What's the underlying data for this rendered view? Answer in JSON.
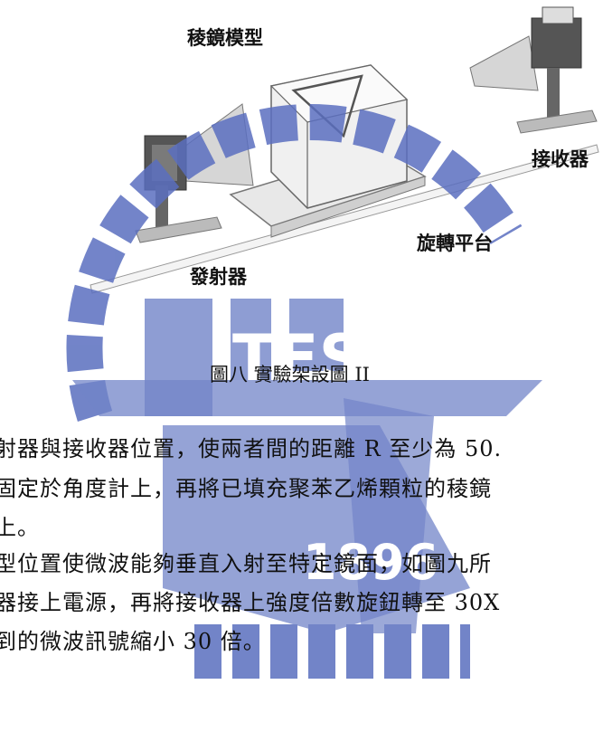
{
  "figure": {
    "labels": {
      "prism_model": "稜鏡模型",
      "receiver": "接收器",
      "rotating_platform": "旋轉平台",
      "transmitter": "發射器"
    },
    "caption": "圖八 實驗架設圖 II"
  },
  "watermark": {
    "letters": "TES",
    "year": "1896",
    "color": "#5a6fbf"
  },
  "body_lines": [
    "射器與接收器位置，使兩者間的距離 R 至少為 50.",
    "固定於角度計上，再將已填充聚苯乙烯顆粒的稜鏡",
    "上。",
    "型位置使微波能夠垂直入射至特定鏡面，如圖九所",
    "器接上電源，再將接收器上強度倍數旋鈕轉至 30X",
    "到的微波訊號縮小 30 倍。"
  ]
}
